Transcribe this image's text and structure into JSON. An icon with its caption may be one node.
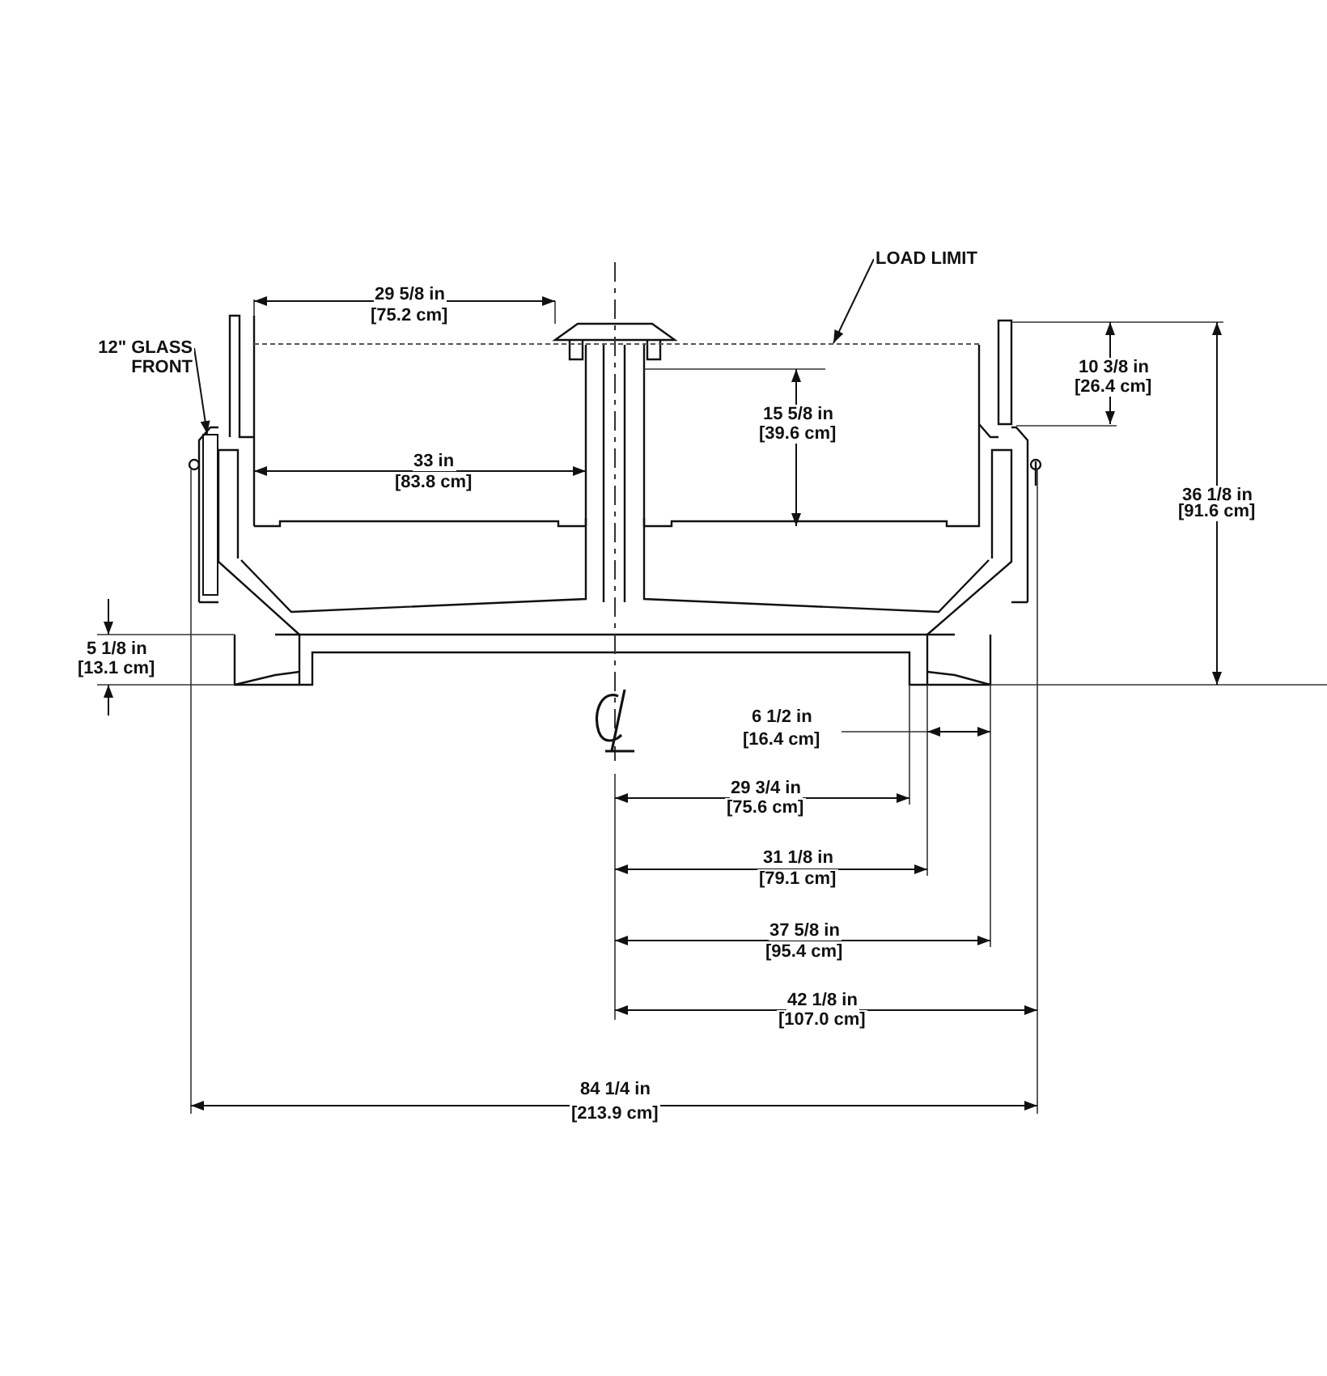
{
  "diagram": {
    "nodes": [
      {
        "text": [
          "12\" GLASS FRONT"
        ]
      },
      {
        "text": [],
        "shape": "box"
      },
      {
        "text": [
          "LOAD LIMIT"
        ]
      },
      {
        "text": [],
        "shape": "line"
      }
    ],
    "edges": [
      {
        "from": 0,
        "to": 1,
        "arrow": "to"
      },
      {
        "from": 2,
        "to": 3,
        "arrow": "to"
      }
    ],
    "labels": [
      "29 5/8 in",
      "[75.2 cm]",
      "10 3/8 in",
      "[26.4 cm]",
      "15 5/8 in",
      "[39.6 cm]",
      "33 in",
      "[83.8 cm]",
      "36 1/8 in",
      "[91.6 cm]",
      "5 1/8 in",
      "[13.1 cm]",
      "6 1/2 in",
      "[16.4 cm]",
      "29 3/4 in",
      "[75.6 cm]",
      "31 1/8 in",
      "[79.1 cm]",
      "37 5/8 in",
      "[95.4 cm]",
      "42 1/8 in",
      "[107.0 cm]",
      "84 1/4 in",
      "[213.9 cm]"
    ]
  }
}
